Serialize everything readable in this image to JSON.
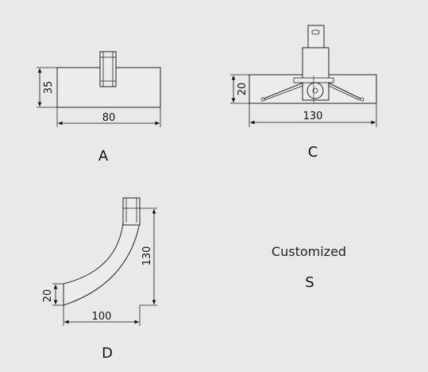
{
  "part_a": {
    "label": "A",
    "dim_height": "35",
    "dim_width": "80"
  },
  "part_c": {
    "label": "C",
    "dim_height": "20",
    "dim_width": "130"
  },
  "part_d": {
    "label": "D",
    "dim_height": "20",
    "dim_vertical": "130",
    "dim_width": "100"
  },
  "part_s": {
    "caption": "Customized",
    "label": "S"
  }
}
